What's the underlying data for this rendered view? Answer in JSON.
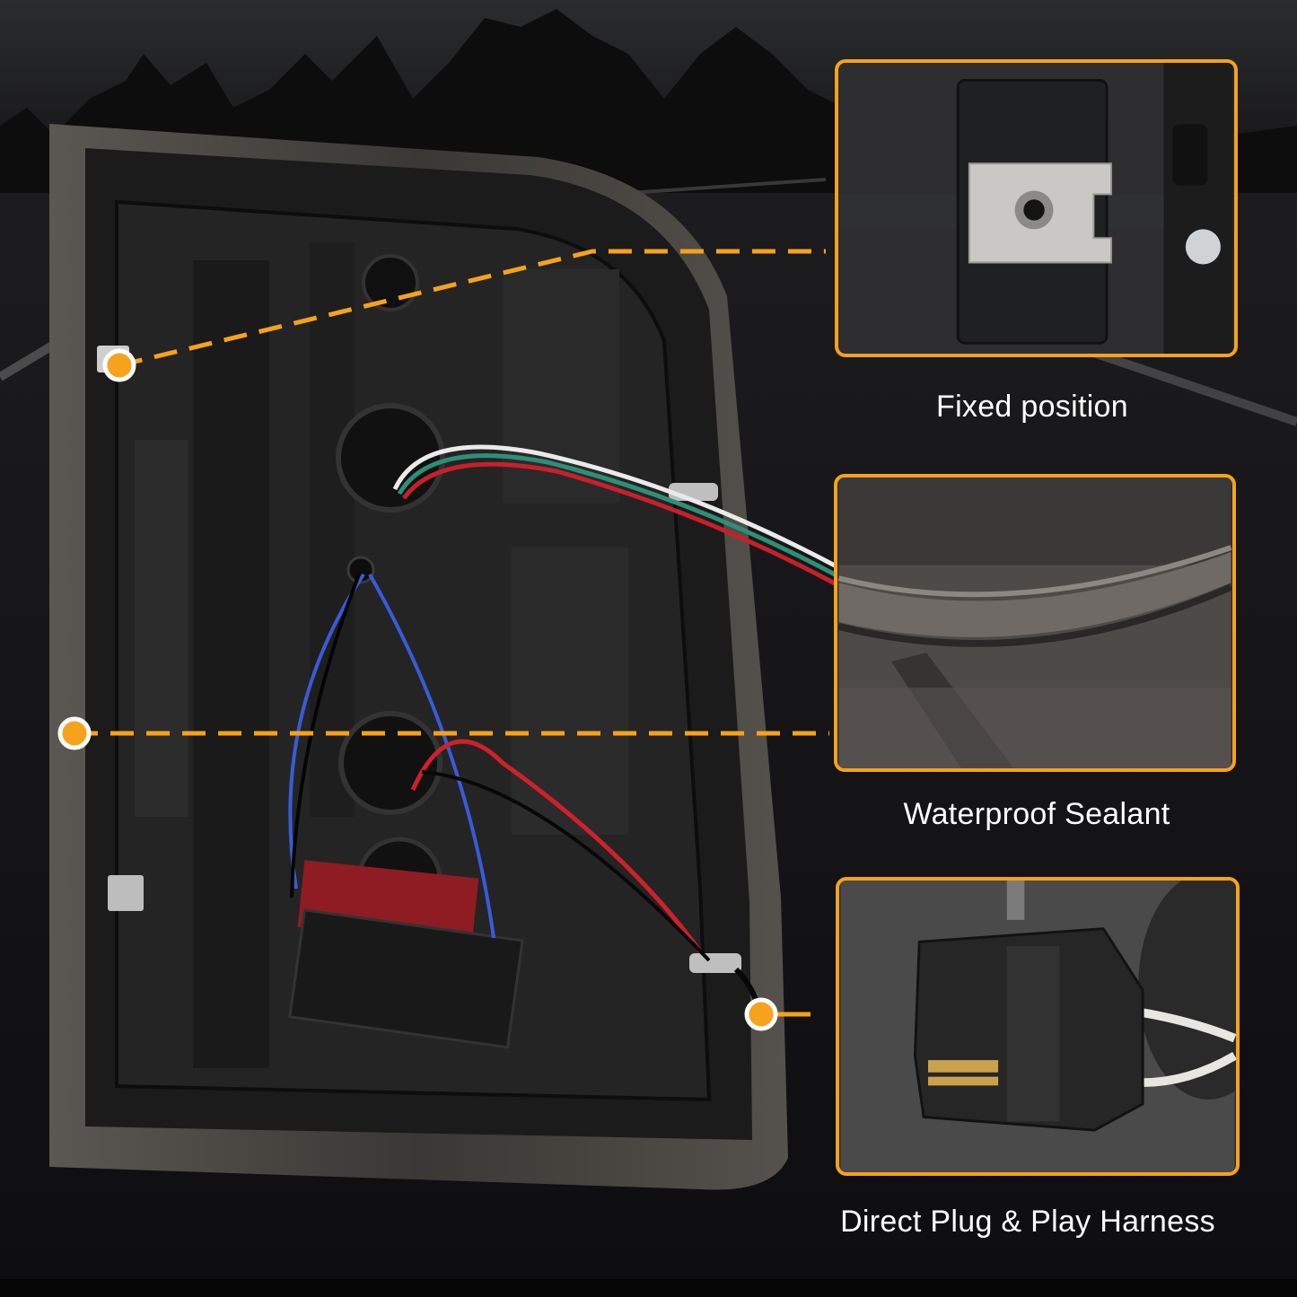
{
  "accent_color": "#f7a21b",
  "features": [
    {
      "label": "Fixed position",
      "icon": "mounting-bracket"
    },
    {
      "label": "Waterproof Sealant",
      "icon": "sealant-edge"
    },
    {
      "label": "Direct Plug & Play Harness",
      "icon": "plug-connector"
    }
  ]
}
